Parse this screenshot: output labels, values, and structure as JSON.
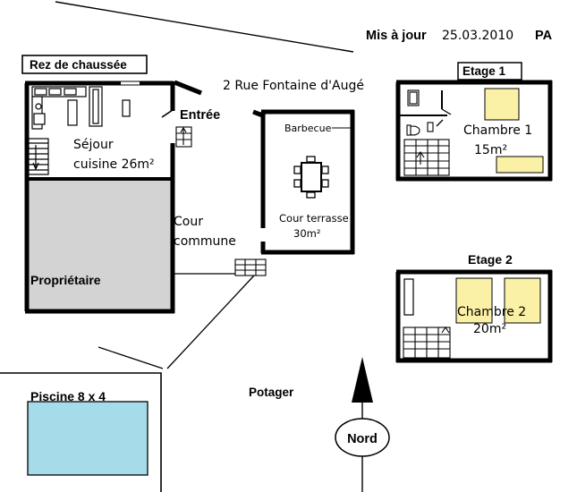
{
  "header": {
    "updated_label": "Mis à jour",
    "updated_date": "25.03.2010",
    "initials": "PA"
  },
  "address": "2 Rue Fontaine d'Augé",
  "ground_floor": {
    "title": "Rez de chaussée",
    "sejour": [
      "Séjour",
      "cuisine 26m²"
    ],
    "owner": "Propriétaire",
    "entrance": "Entrée",
    "court": [
      "Cour",
      "commune"
    ]
  },
  "terrace": {
    "barbecue": "Barbecue",
    "label": [
      "Cour terrasse",
      "30m²"
    ]
  },
  "floor1": {
    "title": "Etage 1",
    "room": [
      "Chambre 1",
      "15m²"
    ]
  },
  "floor2": {
    "title": "Etage 2",
    "room": [
      "Chambre 2",
      "20m²"
    ]
  },
  "garden": "Potager",
  "pool": "Piscine 8 x 4",
  "north": "Nord",
  "colors": {
    "owner_fill": "#d3d3d3",
    "pool_water": "#a6dcea",
    "bed_fill": "#fbf1a6",
    "wall": "#000000"
  }
}
